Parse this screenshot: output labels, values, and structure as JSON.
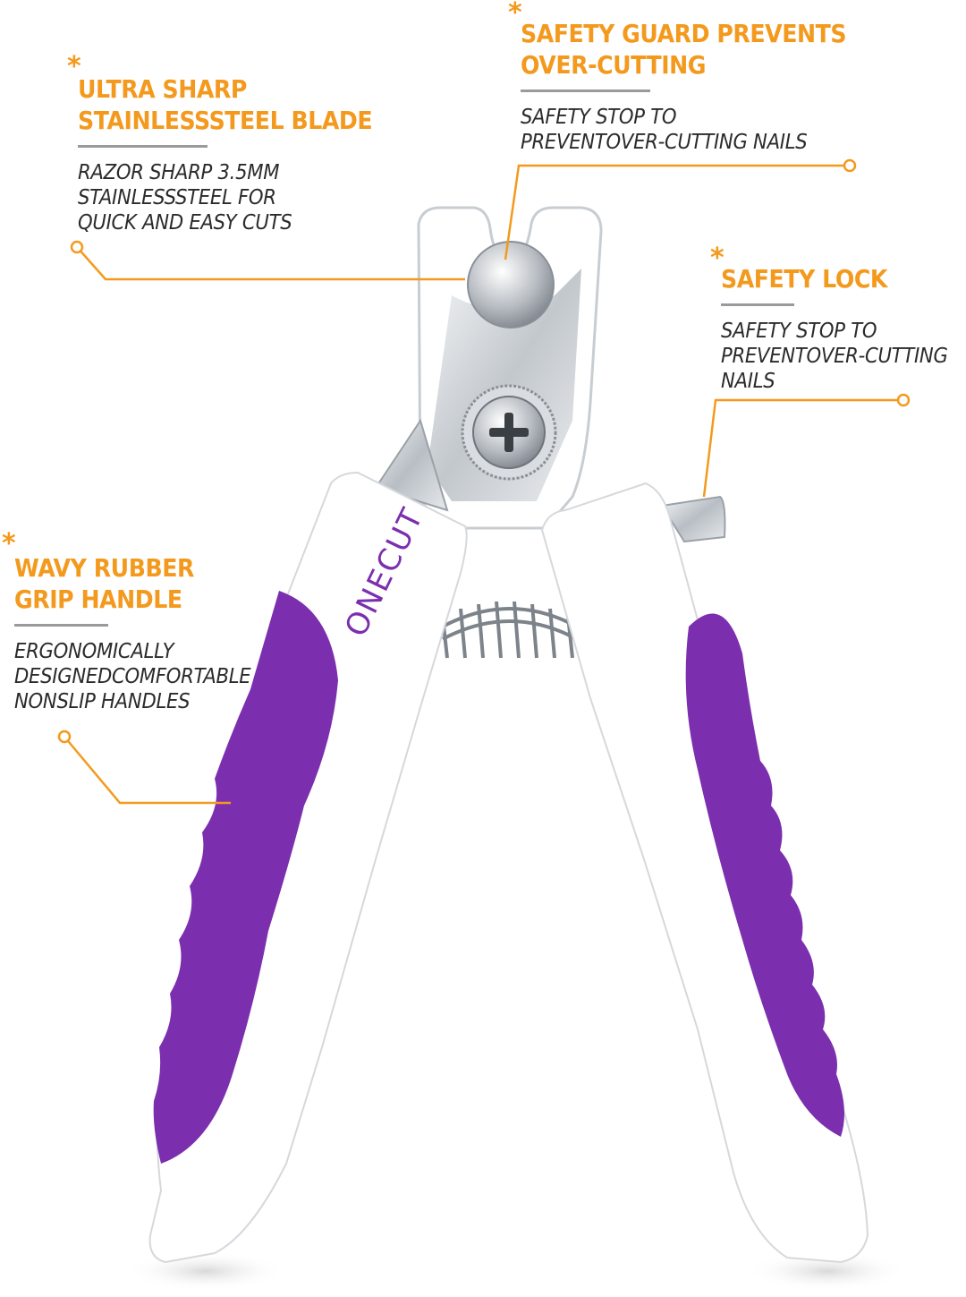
{
  "brand": "ONECUT",
  "colors": {
    "accent": "#f39a1e",
    "grip": "#7b2fae",
    "handle": "#ffffff",
    "steel": "#c9ced3",
    "rule": "#9a9a9a",
    "text": "#2b2b2b"
  },
  "callouts": [
    {
      "title": [
        "ULTRA SHARP",
        "STAINLESSSTEEL BLADE"
      ],
      "desc": [
        "RAZOR SHARP 3.5MM",
        "STAINLESSSTEEL FOR",
        "QUICK AND EASY CUTS"
      ]
    },
    {
      "title": [
        "SAFETY GUARD PREVENTS",
        "OVER-CUTTING"
      ],
      "desc": [
        "SAFETY STOP TO",
        "PREVENTOVER-CUTTING NAILS"
      ]
    },
    {
      "title": [
        "SAFETY LOCK"
      ],
      "desc": [
        "SAFETY STOP TO",
        "PREVENTOVER-CUTTING",
        "NAILS"
      ]
    },
    {
      "title": [
        "WAVY RUBBER",
        "GRIP HANDLE"
      ],
      "desc": [
        "ERGONOMICALLY",
        "DESIGNEDCOMFORTABLE",
        "NONSLIP HANDLES"
      ]
    }
  ]
}
